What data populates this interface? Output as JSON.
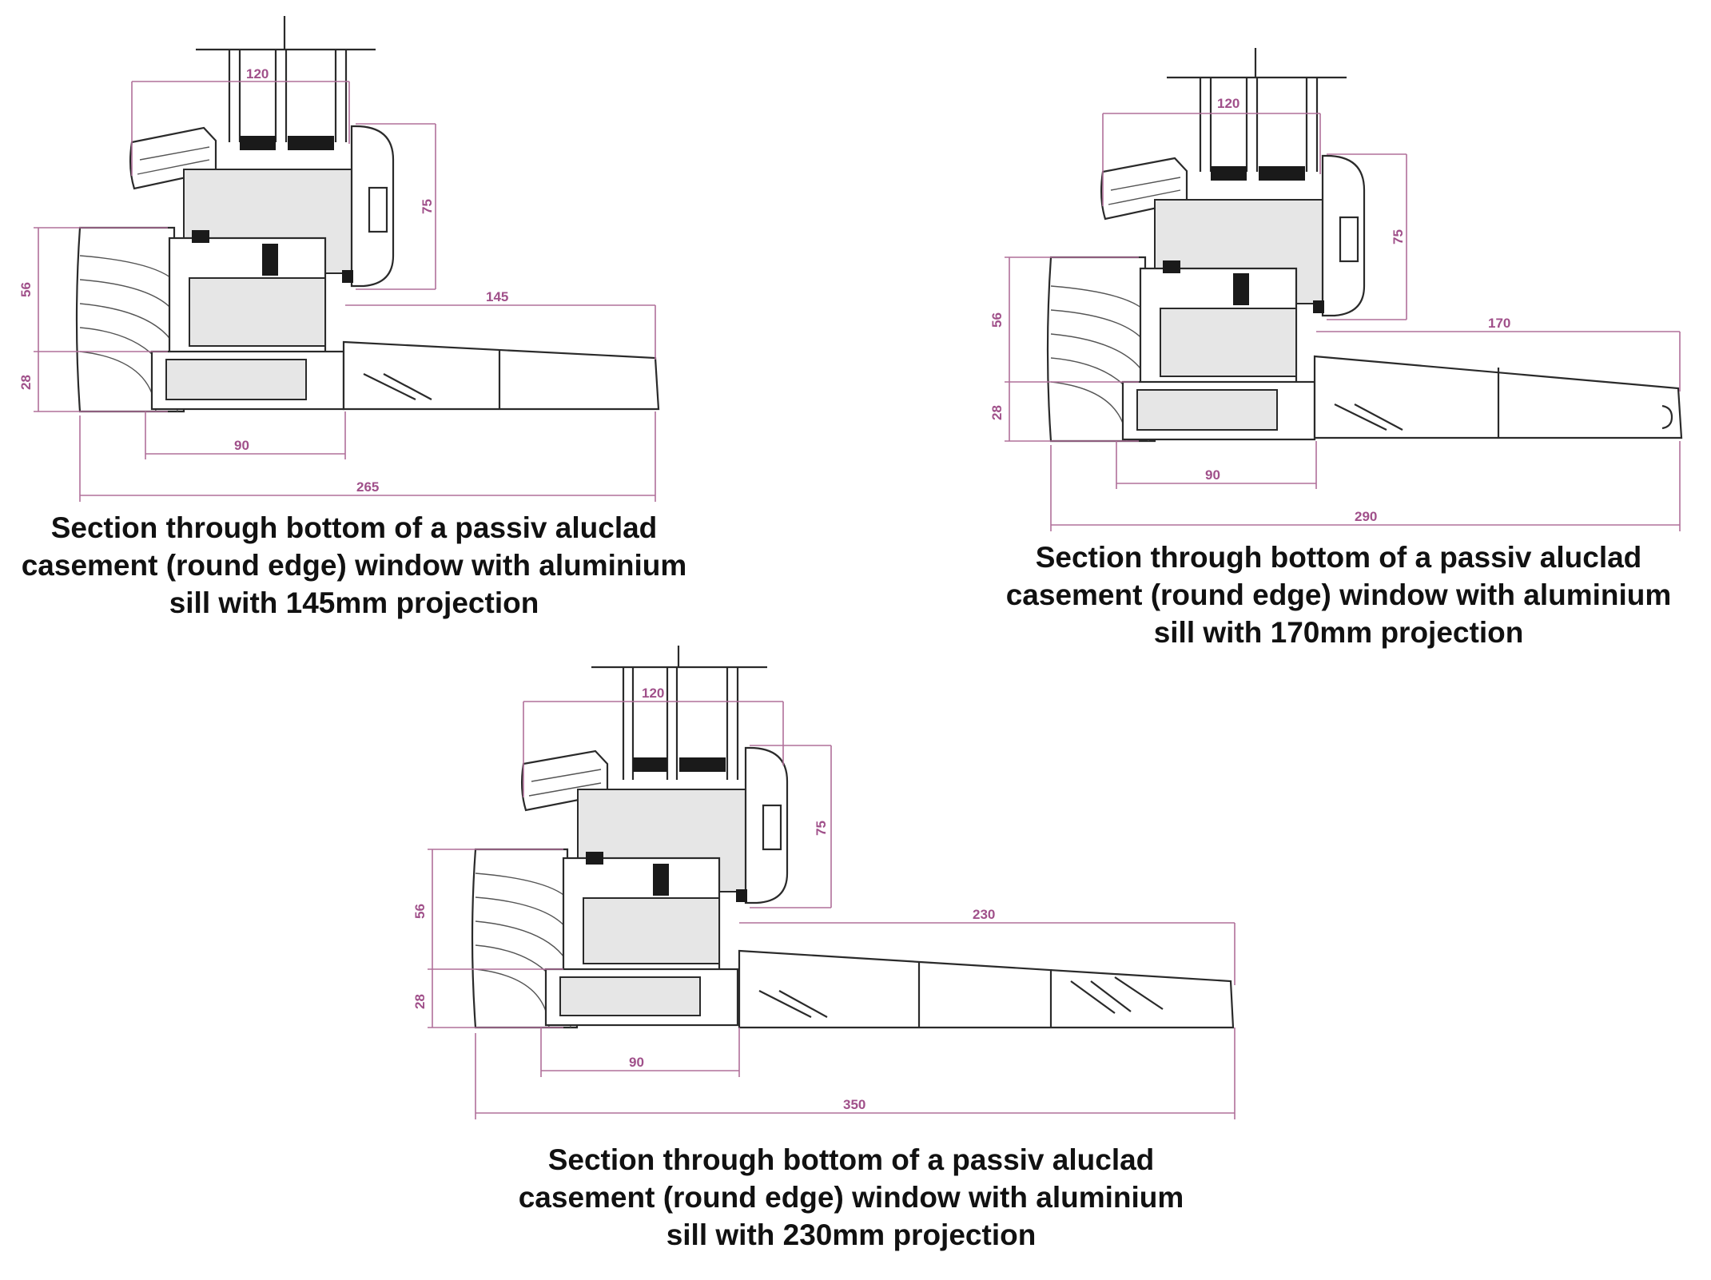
{
  "colors": {
    "dimension": "#a0508a",
    "line": "#2a2a2a",
    "caption": "#111111",
    "insulation": "#e6e6e6"
  },
  "sections": [
    {
      "dims": {
        "glazing": "120",
        "frame_height": "75",
        "sash": "56",
        "sill_height": "28",
        "projection": "145",
        "frame_depth": "90",
        "overall": "265"
      },
      "caption": [
        "Section through bottom of a passiv aluclad",
        "casement (round edge) window with aluminium",
        "sill with 145mm projection"
      ]
    },
    {
      "dims": {
        "glazing": "120",
        "frame_height": "75",
        "sash": "56",
        "sill_height": "28",
        "projection": "170",
        "frame_depth": "90",
        "overall": "290"
      },
      "caption": [
        "Section through bottom of a passiv aluclad",
        "casement (round edge) window with aluminium",
        "sill with 170mm projection"
      ]
    },
    {
      "dims": {
        "glazing": "120",
        "frame_height": "75",
        "sash": "56",
        "sill_height": "28",
        "projection": "230",
        "frame_depth": "90",
        "overall": "350"
      },
      "caption": [
        "Section through bottom of a passiv aluclad",
        "casement (round edge) window with aluminium",
        "sill with 230mm projection"
      ]
    }
  ]
}
